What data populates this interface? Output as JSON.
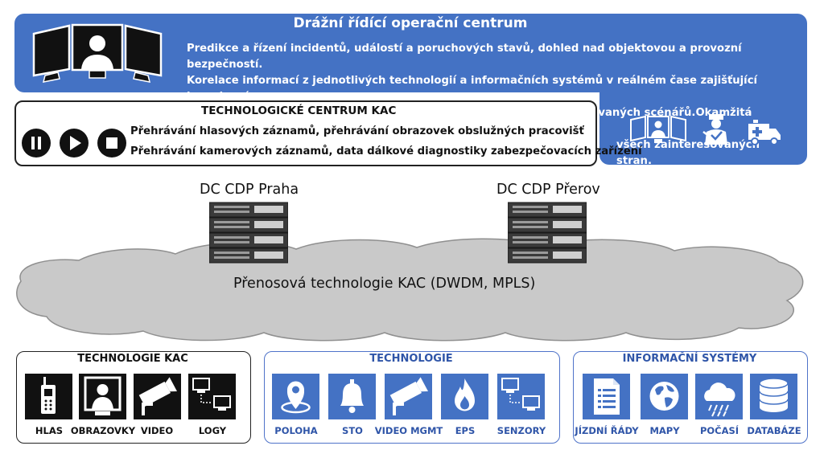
{
  "banner": {
    "title": "Drážní řídící operační centrum",
    "line1": "Predikce a řízení incidentů, událostí a poruchových stavů, dohled nad objektovou a provozní bezpečností.",
    "line2": "Korelace informací z jednotlivých technologií a informačních systémů v reálném čase zajišťující komplexní",
    "line3": "správu situace, efektivní a účinná reakce na situaci podle optimalizovaných scénářů.Okamžitá informovanost",
    "line4": "všech zainteresovaných stran."
  },
  "tech_center": {
    "title": "TECHNOLOGICKÉ CENTRUM KAC",
    "line1": "Přehrávání hlasových záznamů, přehrávání obrazovek obslužných pracovišť",
    "line2": "Přehrávání kamerových záznamů, data dálkové diagnostiky zabezpečovacích zařízení"
  },
  "datacenters": {
    "praha": "DC CDP Praha",
    "prerov": "DC CDP Přerov",
    "network": "Přenosová technologie KAC (DWDM, MPLS)"
  },
  "groups": {
    "kac": {
      "title": "TECHNOLOGIE KAC",
      "items": [
        {
          "label": "HLAS",
          "icon": "radio-icon"
        },
        {
          "label": "OBRAZOVKY",
          "icon": "operator-screen-icon"
        },
        {
          "label": "VIDEO",
          "icon": "camera-icon"
        },
        {
          "label": "LOGY",
          "icon": "network-computers-icon"
        }
      ]
    },
    "tech": {
      "title": "TECHNOLOGIE",
      "items": [
        {
          "label": "POLOHA",
          "icon": "location-pin-icon"
        },
        {
          "label": "STO",
          "icon": "bell-icon"
        },
        {
          "label": "VIDEO MGMT",
          "icon": "camera-icon"
        },
        {
          "label": "EPS",
          "icon": "fire-icon"
        },
        {
          "label": "SENZORY",
          "icon": "network-computers-icon"
        }
      ]
    },
    "info": {
      "title": "INFORMAČNÍ SYSTÉMY",
      "items": [
        {
          "label": "JÍZDNÍ ŘÁDY",
          "icon": "document-icon"
        },
        {
          "label": "MAPY",
          "icon": "globe-icon"
        },
        {
          "label": "POČASÍ",
          "icon": "weather-icon"
        },
        {
          "label": "DATABÁZE",
          "icon": "database-icon"
        }
      ]
    }
  },
  "colors": {
    "accent_blue": "#4472c4",
    "title_blue": "#2f55a8",
    "dark": "#111111"
  }
}
